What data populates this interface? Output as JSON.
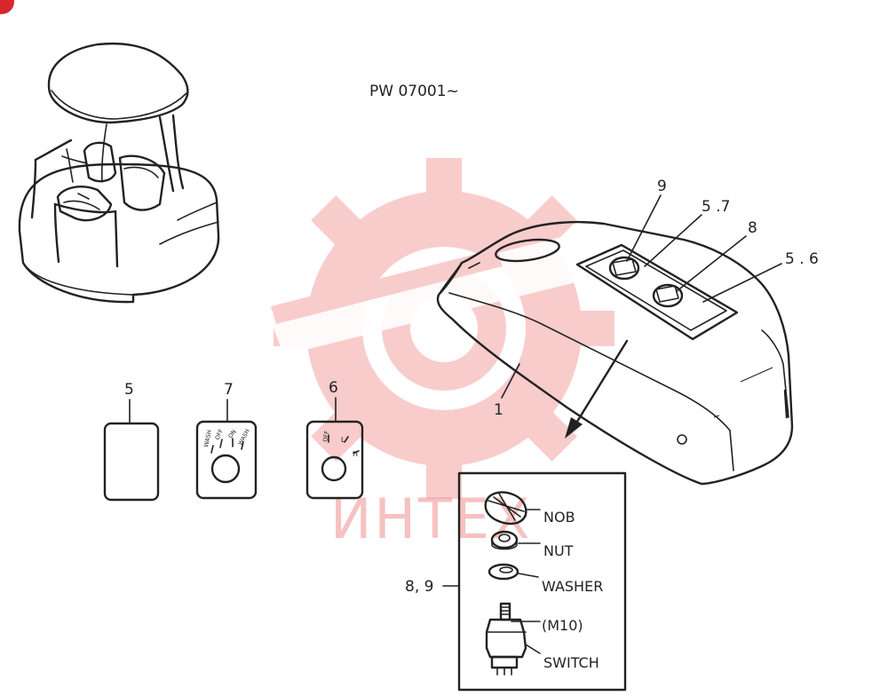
{
  "serial_range": "PW 07001~",
  "watermark": {
    "text": "ИНТЕХ",
    "color": "#f08a8a"
  },
  "accent_color": "#d9262c",
  "callouts": {
    "part_1": "1",
    "part_9": "9",
    "part_5_7": "5 .7",
    "part_8": "8",
    "part_5_6": "5 . 6",
    "part_5": "5",
    "part_7": "7",
    "part_6": "6",
    "part_8_9": "8, 9"
  },
  "plate_7_markings": [
    "WASH",
    "OFF",
    "ON",
    "WASH"
  ],
  "plate_6_markings": [
    "OFF",
    "L",
    "H"
  ],
  "switch_assembly": {
    "nob": "NOB",
    "nut": "NUT",
    "washer": "WASHER",
    "thread": "(M10)",
    "switch": "SWITCH"
  }
}
